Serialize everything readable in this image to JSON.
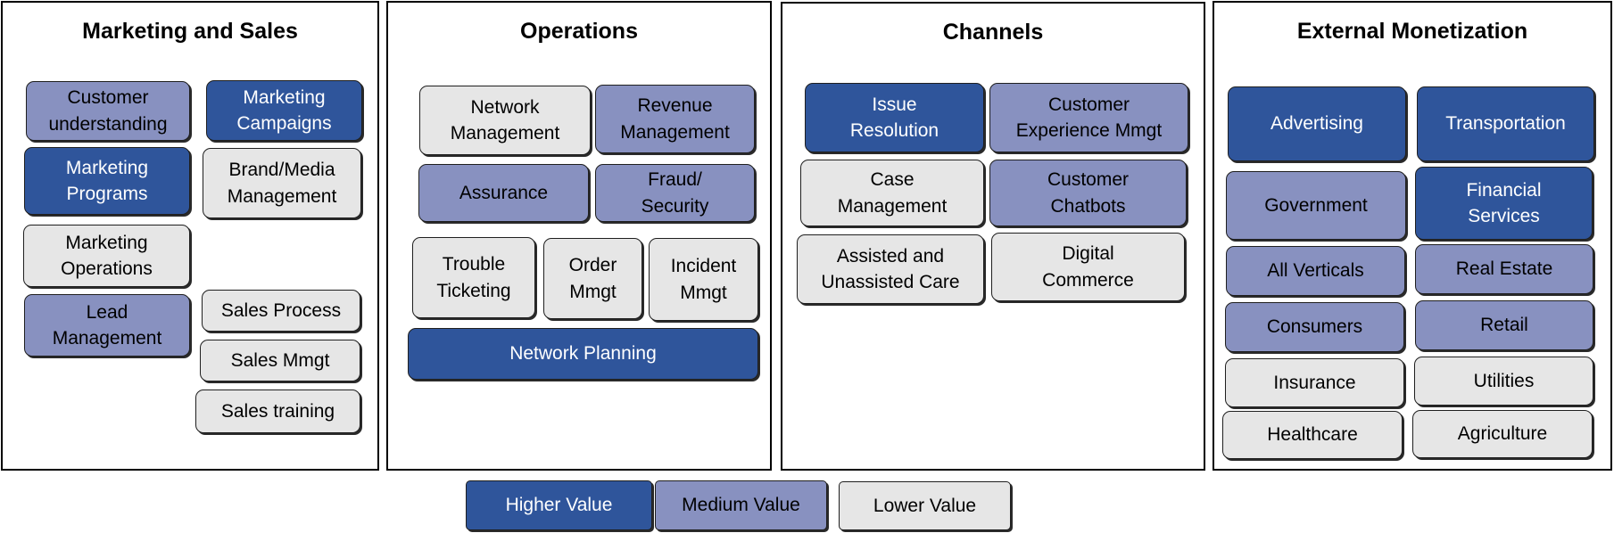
{
  "colors": {
    "high": "#2f559b",
    "medium": "#8891c0",
    "low": "#e6e6e6"
  },
  "panels": [
    {
      "title": "Marketing and Sales",
      "boxes": [
        {
          "label": "Customer\nunderstanding",
          "level": "medium"
        },
        {
          "label": "Marketing\nCampaigns",
          "level": "high"
        },
        {
          "label": "Marketing\nPrograms",
          "level": "high"
        },
        {
          "label": "Brand/Media\nManagement",
          "level": "low"
        },
        {
          "label": "Marketing\nOperations",
          "level": "low"
        },
        {
          "label": "Lead\nManagement",
          "level": "medium"
        },
        {
          "label": "Sales Process",
          "level": "low"
        },
        {
          "label": "Sales Mmgt",
          "level": "low"
        },
        {
          "label": "Sales training",
          "level": "low"
        }
      ]
    },
    {
      "title": "Operations",
      "boxes": [
        {
          "label": "Network\nManagement",
          "level": "low"
        },
        {
          "label": "Revenue\nManagement",
          "level": "medium"
        },
        {
          "label": "Assurance",
          "level": "medium"
        },
        {
          "label": "Fraud/\nSecurity",
          "level": "medium"
        },
        {
          "label": "Trouble\nTicketing",
          "level": "low"
        },
        {
          "label": "Order\nMmgt",
          "level": "low"
        },
        {
          "label": "Incident\nMmgt",
          "level": "low"
        },
        {
          "label": "Network Planning",
          "level": "high"
        }
      ]
    },
    {
      "title": "Channels",
      "boxes": [
        {
          "label": "Issue\nResolution",
          "level": "high"
        },
        {
          "label": "Customer\nExperience Mmgt",
          "level": "medium"
        },
        {
          "label": "Case\nManagement",
          "level": "low"
        },
        {
          "label": "Customer\nChatbots",
          "level": "medium"
        },
        {
          "label": "Assisted and\nUnassisted Care",
          "level": "low"
        },
        {
          "label": "Digital\nCommerce",
          "level": "low"
        }
      ]
    },
    {
      "title": "External Monetization",
      "boxes": [
        {
          "label": "Advertising",
          "level": "high"
        },
        {
          "label": "Transportation",
          "level": "high"
        },
        {
          "label": "Government",
          "level": "medium"
        },
        {
          "label": "Financial\nServices",
          "level": "high"
        },
        {
          "label": "All Verticals",
          "level": "medium"
        },
        {
          "label": "Real Estate",
          "level": "medium"
        },
        {
          "label": "Consumers",
          "level": "medium"
        },
        {
          "label": "Retail",
          "level": "medium"
        },
        {
          "label": "Insurance",
          "level": "low"
        },
        {
          "label": "Utilities",
          "level": "low"
        },
        {
          "label": "Healthcare",
          "level": "low"
        },
        {
          "label": "Agriculture",
          "level": "low"
        }
      ]
    }
  ],
  "legend": [
    {
      "label": "Higher Value",
      "level": "high"
    },
    {
      "label": "Medium Value",
      "level": "medium"
    },
    {
      "label": "Lower Value",
      "level": "low"
    }
  ]
}
